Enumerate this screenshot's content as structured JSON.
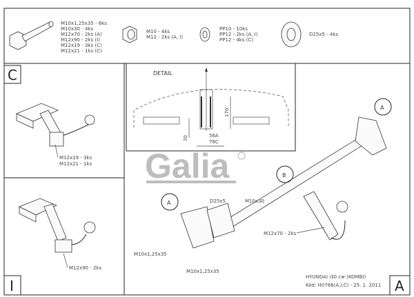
{
  "parts": {
    "bolts": [
      "M10x1,25x35 - 6ks",
      "M10x30 - 4ks",
      "M12x70 - 2ks (A)",
      "M12x90 - 2ks (I)",
      "M12x19 - 3ks (C)",
      "M12x21 - 1ks (C)"
    ],
    "nuts": [
      "M10 - 4ks",
      "M12 - 2ks (A, I)"
    ],
    "washers": [
      "PP10 - 10ks",
      "PP12 - 2ks (A, I)",
      "PP12 - 4ks (C)"
    ],
    "large_washer": [
      "D25x5 - 4ks"
    ]
  },
  "section_c": {
    "label": "C",
    "callouts": [
      "M12x19 - 3ks",
      "M12x21 - 1ks"
    ]
  },
  "section_i": {
    "label": "I",
    "callouts": [
      "M12x90 - 2ks"
    ]
  },
  "detail": {
    "title": "DETAIL",
    "dim_height": "170",
    "dim_offset": "30",
    "dim_a": "56A",
    "dim_c": "76C"
  },
  "main": {
    "label": "A",
    "callout_a1": "A",
    "callout_b": "B",
    "callout_a2": "A",
    "callouts": [
      "D25x5",
      "M10x30",
      "M10x1,25x35",
      "M10x1,25x35",
      "M12x70 - 2ks"
    ]
  },
  "title_block": {
    "vehicle": "HYUNDAI i30 cw (KOMBI)",
    "code": "Kód: H0766(A,I,C) - 25. 1. 2011"
  },
  "logo": {
    "text": "Galia"
  }
}
